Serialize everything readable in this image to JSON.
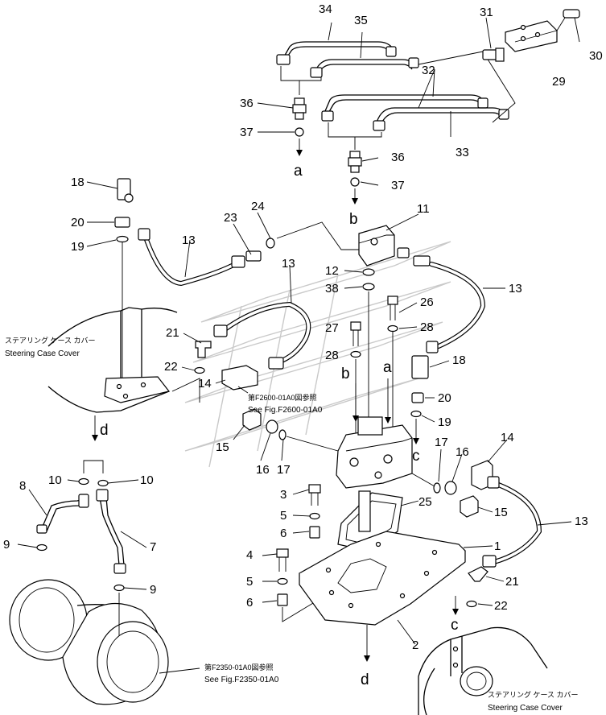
{
  "callouts": {
    "p1": "1",
    "p2": "2",
    "p3": "3",
    "p4": "4",
    "p5a": "5",
    "p5b": "5",
    "p6a": "6",
    "p6b": "6",
    "p7": "7",
    "p8": "8",
    "p9a": "9",
    "p9b": "9",
    "p10a": "10",
    "p10b": "10",
    "p11": "11",
    "p12": "12",
    "p13a": "13",
    "p13b": "13",
    "p13c": "13",
    "p13d": "13",
    "p14a": "14",
    "p14b": "14",
    "p15a": "15",
    "p15b": "15",
    "p16a": "16",
    "p16b": "16",
    "p17a": "17",
    "p17b": "17",
    "p18a": "18",
    "p18b": "18",
    "p19a": "19",
    "p19b": "19",
    "p20a": "20",
    "p20b": "20",
    "p21a": "21",
    "p21b": "21",
    "p22a": "22",
    "p22b": "22",
    "p23": "23",
    "p24": "24",
    "p25": "25",
    "p26": "26",
    "p27": "27",
    "p28a": "28",
    "p28b": "28",
    "p29": "29",
    "p30": "30",
    "p31": "31",
    "p32": "32",
    "p33": "33",
    "p34": "34",
    "p35": "35",
    "p36a": "36",
    "p36b": "36",
    "p37a": "37",
    "p37b": "37",
    "p38": "38"
  },
  "connectors": {
    "a_top": "a",
    "b_top": "b",
    "a_mid": "a",
    "b_mid": "b",
    "c_right": "c",
    "c_bottom": "c",
    "d_left": "d",
    "d_bottom": "d"
  },
  "notes": {
    "steering_left_jp": "ステアリング ケース カバー",
    "steering_left_en": "Steering Case Cover",
    "steering_right_jp": "ステアリング ケース カバー",
    "steering_right_en": "Steering Case Cover",
    "ref_f2600_jp": "第F2600-01A0図参照",
    "ref_f2600_en": "See Fig.F2600-01A0",
    "ref_f2350_jp": "第F2350-01A0図参照",
    "ref_f2350_en": "See Fig.F2350-01A0"
  }
}
